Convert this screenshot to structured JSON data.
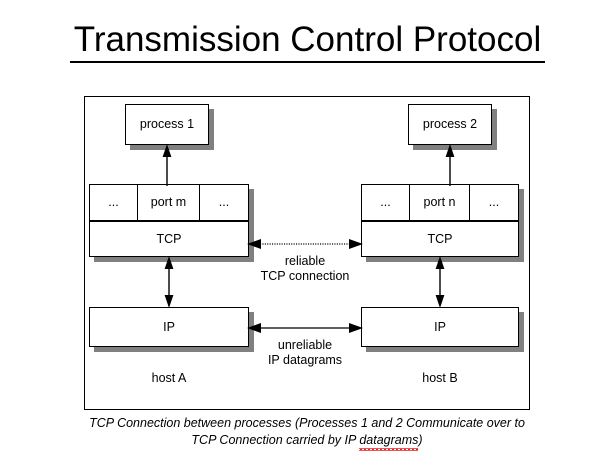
{
  "slide": {
    "title": "Transmission Control Protocol"
  },
  "diagram": {
    "hosts": [
      {
        "id": "host-a",
        "name": "host A",
        "process_label": "process 1",
        "ports": [
          "...",
          "port m",
          "..."
        ],
        "tcp_label": "TCP",
        "ip_label": "IP"
      },
      {
        "id": "host-b",
        "name": "host B",
        "process_label": "process 2",
        "ports": [
          "...",
          "port n",
          "..."
        ],
        "tcp_label": "TCP",
        "ip_label": "IP"
      }
    ],
    "connections": [
      {
        "id": "tcp-connection",
        "label": "reliable\nTCP connection",
        "style": "dotted",
        "arrowheads": "both"
      },
      {
        "id": "ip-connection",
        "label": "unreliable\nIP datagrams",
        "style": "solid",
        "arrowheads": "both"
      }
    ]
  },
  "caption": {
    "line1_before": "TCP Connection between processes (Processes 1 and 2 Communicate over to",
    "line2_before": "TCP Connection carried by IP ",
    "line2_misspelled": "datagrams",
    "line2_after": ")"
  },
  "colors": {
    "shadow": "#808080",
    "stroke": "#000000",
    "background": "#ffffff",
    "spellcheck_underline": "#e02020"
  }
}
